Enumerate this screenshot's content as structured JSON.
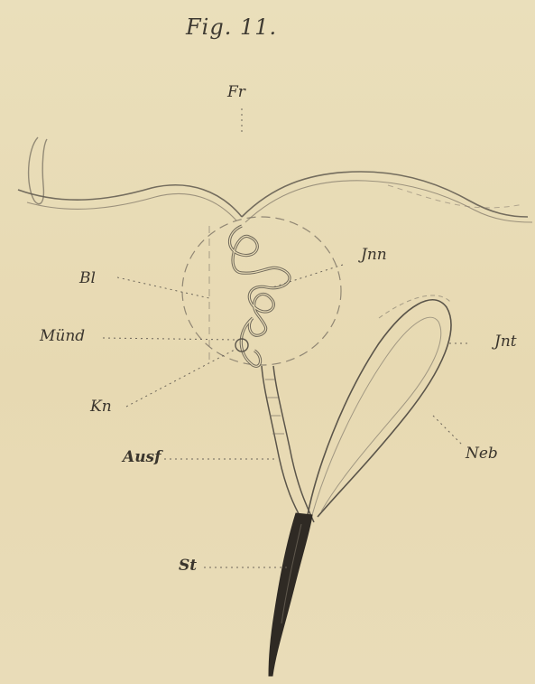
{
  "figure": {
    "title": "Fig. 11.",
    "labels": {
      "fr": "Fr",
      "jnn": "Jnn",
      "bl": "Bl",
      "muend": "Münd",
      "jnt": "Jnt",
      "kn": "Kn",
      "neb": "Neb",
      "ausf": "Ausf",
      "st": "St"
    }
  },
  "colors": {
    "paper": "#e9dcb6",
    "ink": "#3a352d",
    "stalk": "#2f2a24"
  }
}
